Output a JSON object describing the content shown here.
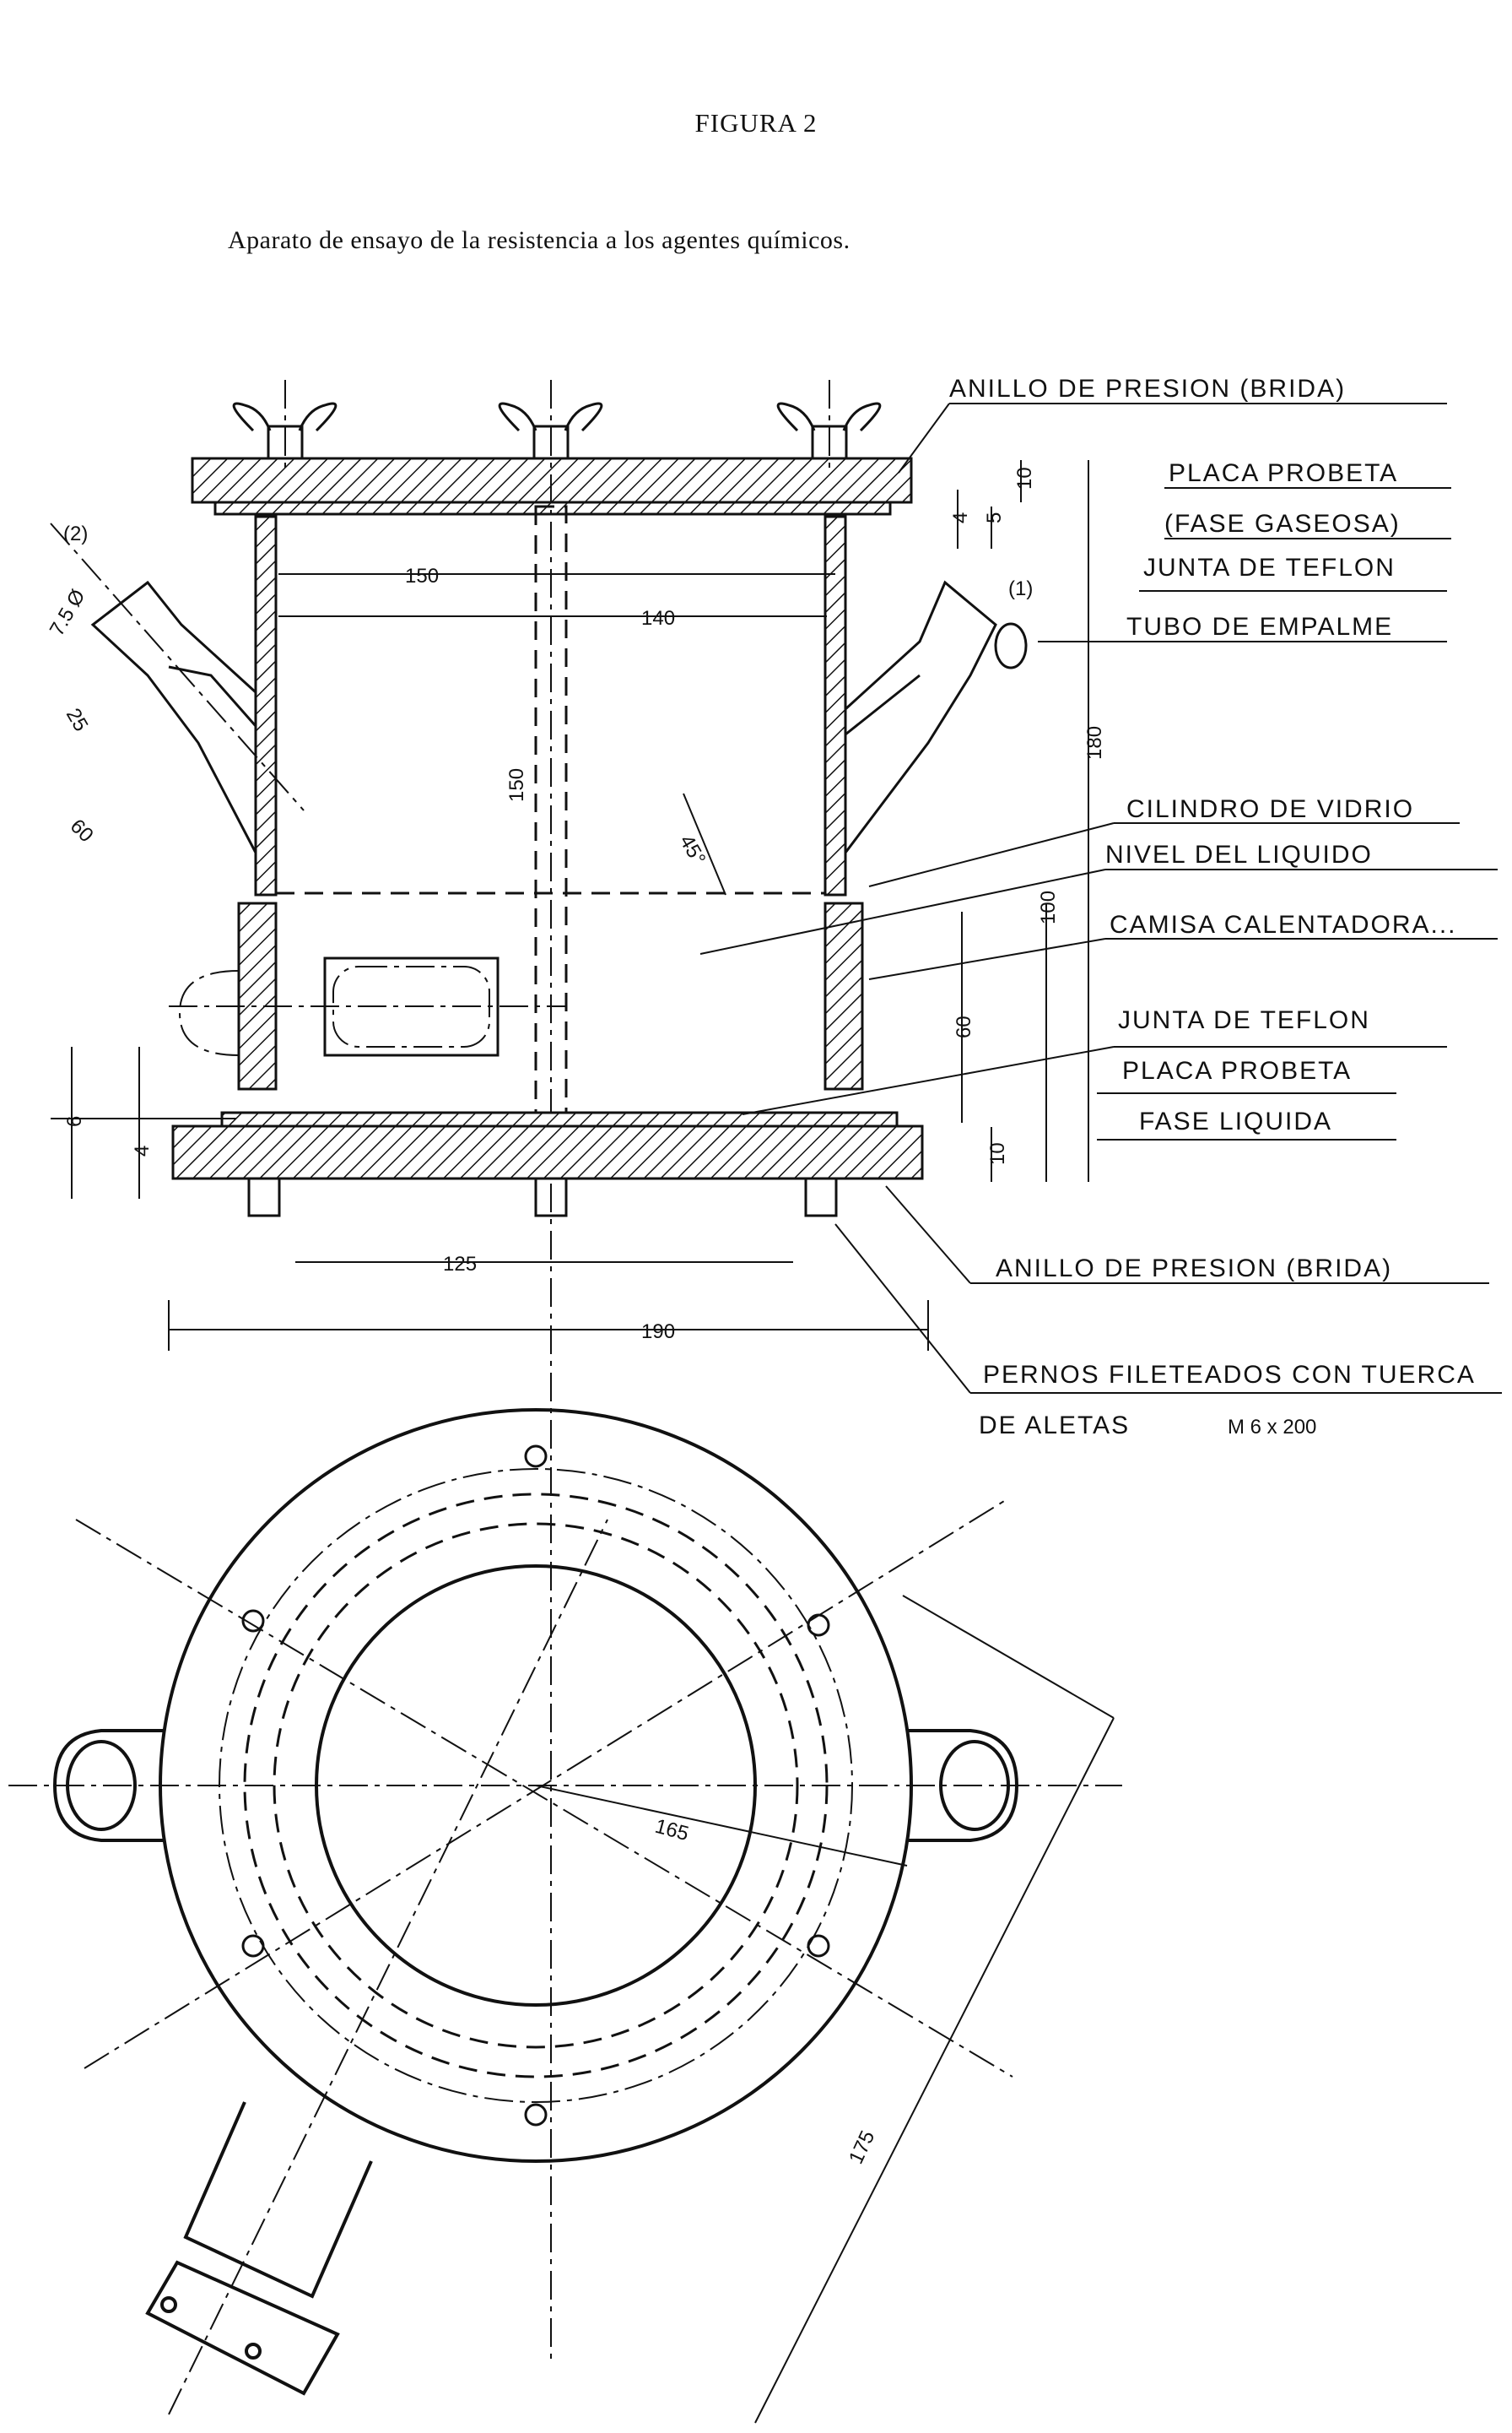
{
  "header": {
    "figure_title": "FIGURA 2",
    "caption": "Aparato de ensayo de la resistencia a los agentes químicos."
  },
  "labels": {
    "anillo_top": "ANILLO DE PRESION (BRIDA)",
    "placa_top": "PLACA PROBETA",
    "fase_gaseosa": "(FASE GASEOSA)",
    "junta_top": "JUNTA DE TEFLON",
    "tubo": "TUBO DE EMPALME",
    "cilindro": "CILINDRO DE VIDRIO",
    "nivel": "NIVEL DEL LIQUIDO",
    "camisa": "CAMISA CALENTADORA...",
    "junta_bottom": "JUNTA DE TEFLON",
    "placa_bottom": "PLACA PROBETA",
    "fase_liquida": "FASE LIQUIDA",
    "anillo_bottom": "ANILLO DE PRESION (BRIDA)",
    "pernos_1": "PERNOS FILETEADOS CON TUERCA",
    "pernos_2": "DE ALETAS",
    "pernos_spec": "M 6 x 200"
  },
  "dimensions": {
    "d150_width": "150",
    "d140": "140",
    "d150_height": "150",
    "d125": "125",
    "d190": "190",
    "d180": "180",
    "d100": "100",
    "d60": "60",
    "d10_bottom": "10",
    "d10_top": "10",
    "d5": "5",
    "d4_top": "4",
    "d6": "6",
    "d4_bottom": "4",
    "angle": "45°",
    "d7_5": "7.5 Ø",
    "d25": "25",
    "d60_tube": "60",
    "d165": "165",
    "d175": "175",
    "mark1": "(1)",
    "mark2": "(2)"
  }
}
